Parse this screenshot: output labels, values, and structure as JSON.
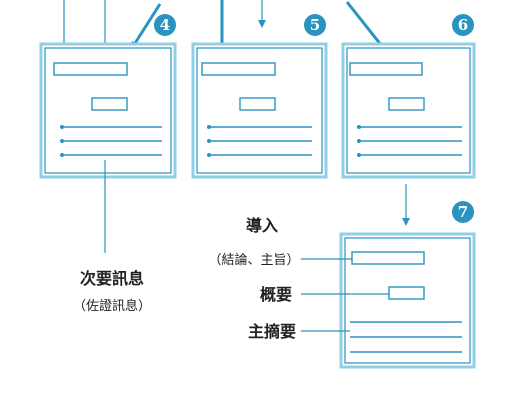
{
  "badges": [
    "4",
    "5",
    "6",
    "7"
  ],
  "labels": {
    "secondary_info": "次要訊息",
    "secondary_info_note": "（佐證訊息）",
    "intro": "導入",
    "intro_note": "（結論、主旨）",
    "summary": "概要",
    "main_summary": "主摘要"
  },
  "colors": {
    "accent": "#2a93bf",
    "frame": "#8fd0e6",
    "text": "#222222"
  }
}
